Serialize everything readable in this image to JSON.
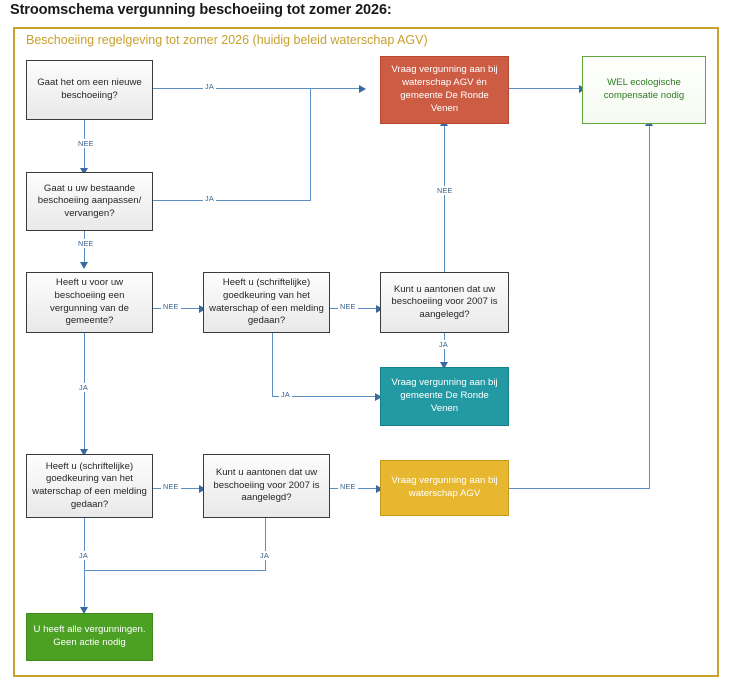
{
  "page": {
    "title": "Stroomschema vergunning beschoeiing tot zomer 2026:",
    "frame_caption": "Beschoeiing regelgeving tot zomer 2026 (huidig beleid waterschap AGV)"
  },
  "colors": {
    "frame_border": "#c8a02e",
    "caption_text": "#c8a02e",
    "connector": "#5b8ec4",
    "arrowhead": "#39699f",
    "label_text": "#35628f",
    "decision_border": "#3b3b3b",
    "red_box": "#cd5c45",
    "teal_box": "#239aa3",
    "gold_box": "#e8b730",
    "green_box": "#4ca125",
    "green_outline_box": "#5fa83a"
  },
  "nodes": {
    "d1": {
      "text": "Gaat het om een nieuwe beschoeiing?",
      "type": "decision"
    },
    "d2": {
      "text": "Gaat u uw bestaande beschoeiing aanpassen/ vervangen?",
      "type": "decision"
    },
    "d3": {
      "text": "Heeft u voor uw beschoeiing een vergunning van de gemeente?",
      "type": "decision"
    },
    "d4": {
      "text": "Heeft u (schriftelijke) goedkeuring van het waterschap of een melding gedaan?",
      "type": "decision"
    },
    "d5": {
      "text": "Kunt u aantonen dat uw beschoeiing voor 2007 is aangelegd?",
      "type": "decision"
    },
    "d6": {
      "text": "Heeft u (schriftelijke) goedkeuring van het waterschap of een melding gedaan?",
      "type": "decision"
    },
    "d7": {
      "text": "Kunt u aantonen dat uw beschoeiing voor 2007 is aangelegd?",
      "type": "decision"
    },
    "r1": {
      "text": "Vraag vergunning aan bij waterschap AGV én gemeente De Ronde Venen",
      "type": "result-red"
    },
    "r2": {
      "text": "WEL ecologische compensatie nodig",
      "type": "result-green-outline"
    },
    "r3": {
      "text": "Vraag vergunning aan bij gemeente De Ronde Venen",
      "type": "result-teal"
    },
    "r4": {
      "text": "Vraag vergunning aan bij waterschap AGV",
      "type": "result-gold"
    },
    "r5": {
      "text": "U heeft alle vergunningen. Geen actie nodig",
      "type": "result-green"
    }
  },
  "edges": [
    {
      "from": "d1",
      "to": "r1",
      "label": "JA"
    },
    {
      "from": "d1",
      "to": "d2",
      "label": "NEE"
    },
    {
      "from": "d2",
      "to": "r1",
      "label": "JA"
    },
    {
      "from": "d2",
      "to": "d3",
      "label": "NEE"
    },
    {
      "from": "d3",
      "to": "d4",
      "label": "NEE"
    },
    {
      "from": "d3",
      "to": "d6",
      "label": "JA"
    },
    {
      "from": "d4",
      "to": "d5",
      "label": "NEE"
    },
    {
      "from": "d4",
      "to": "r3",
      "label": "JA"
    },
    {
      "from": "d5",
      "to": "r1",
      "label": "NEE"
    },
    {
      "from": "d5",
      "to": "r3",
      "label": "JA"
    },
    {
      "from": "d6",
      "to": "d7",
      "label": "NEE"
    },
    {
      "from": "d6",
      "to": "r5",
      "label": "JA"
    },
    {
      "from": "d7",
      "to": "r4",
      "label": "NEE"
    },
    {
      "from": "d7",
      "to": "r5",
      "label": "JA"
    },
    {
      "from": "r1",
      "to": "r2",
      "label": ""
    },
    {
      "from": "r4",
      "to": "r2",
      "label": ""
    }
  ],
  "edge_labels": {
    "d1_ja": "JA",
    "d1_nee": "NEE",
    "d2_ja": "JA",
    "d2_nee": "NEE",
    "d3_nee": "NEE",
    "d3_ja": "JA",
    "d4_nee": "NEE",
    "d4_ja": "JA",
    "d5_nee": "NEE",
    "d5_ja": "JA",
    "d6_nee": "NEE",
    "d6_ja": "JA",
    "d7_nee": "NEE",
    "d7_ja": "JA"
  }
}
